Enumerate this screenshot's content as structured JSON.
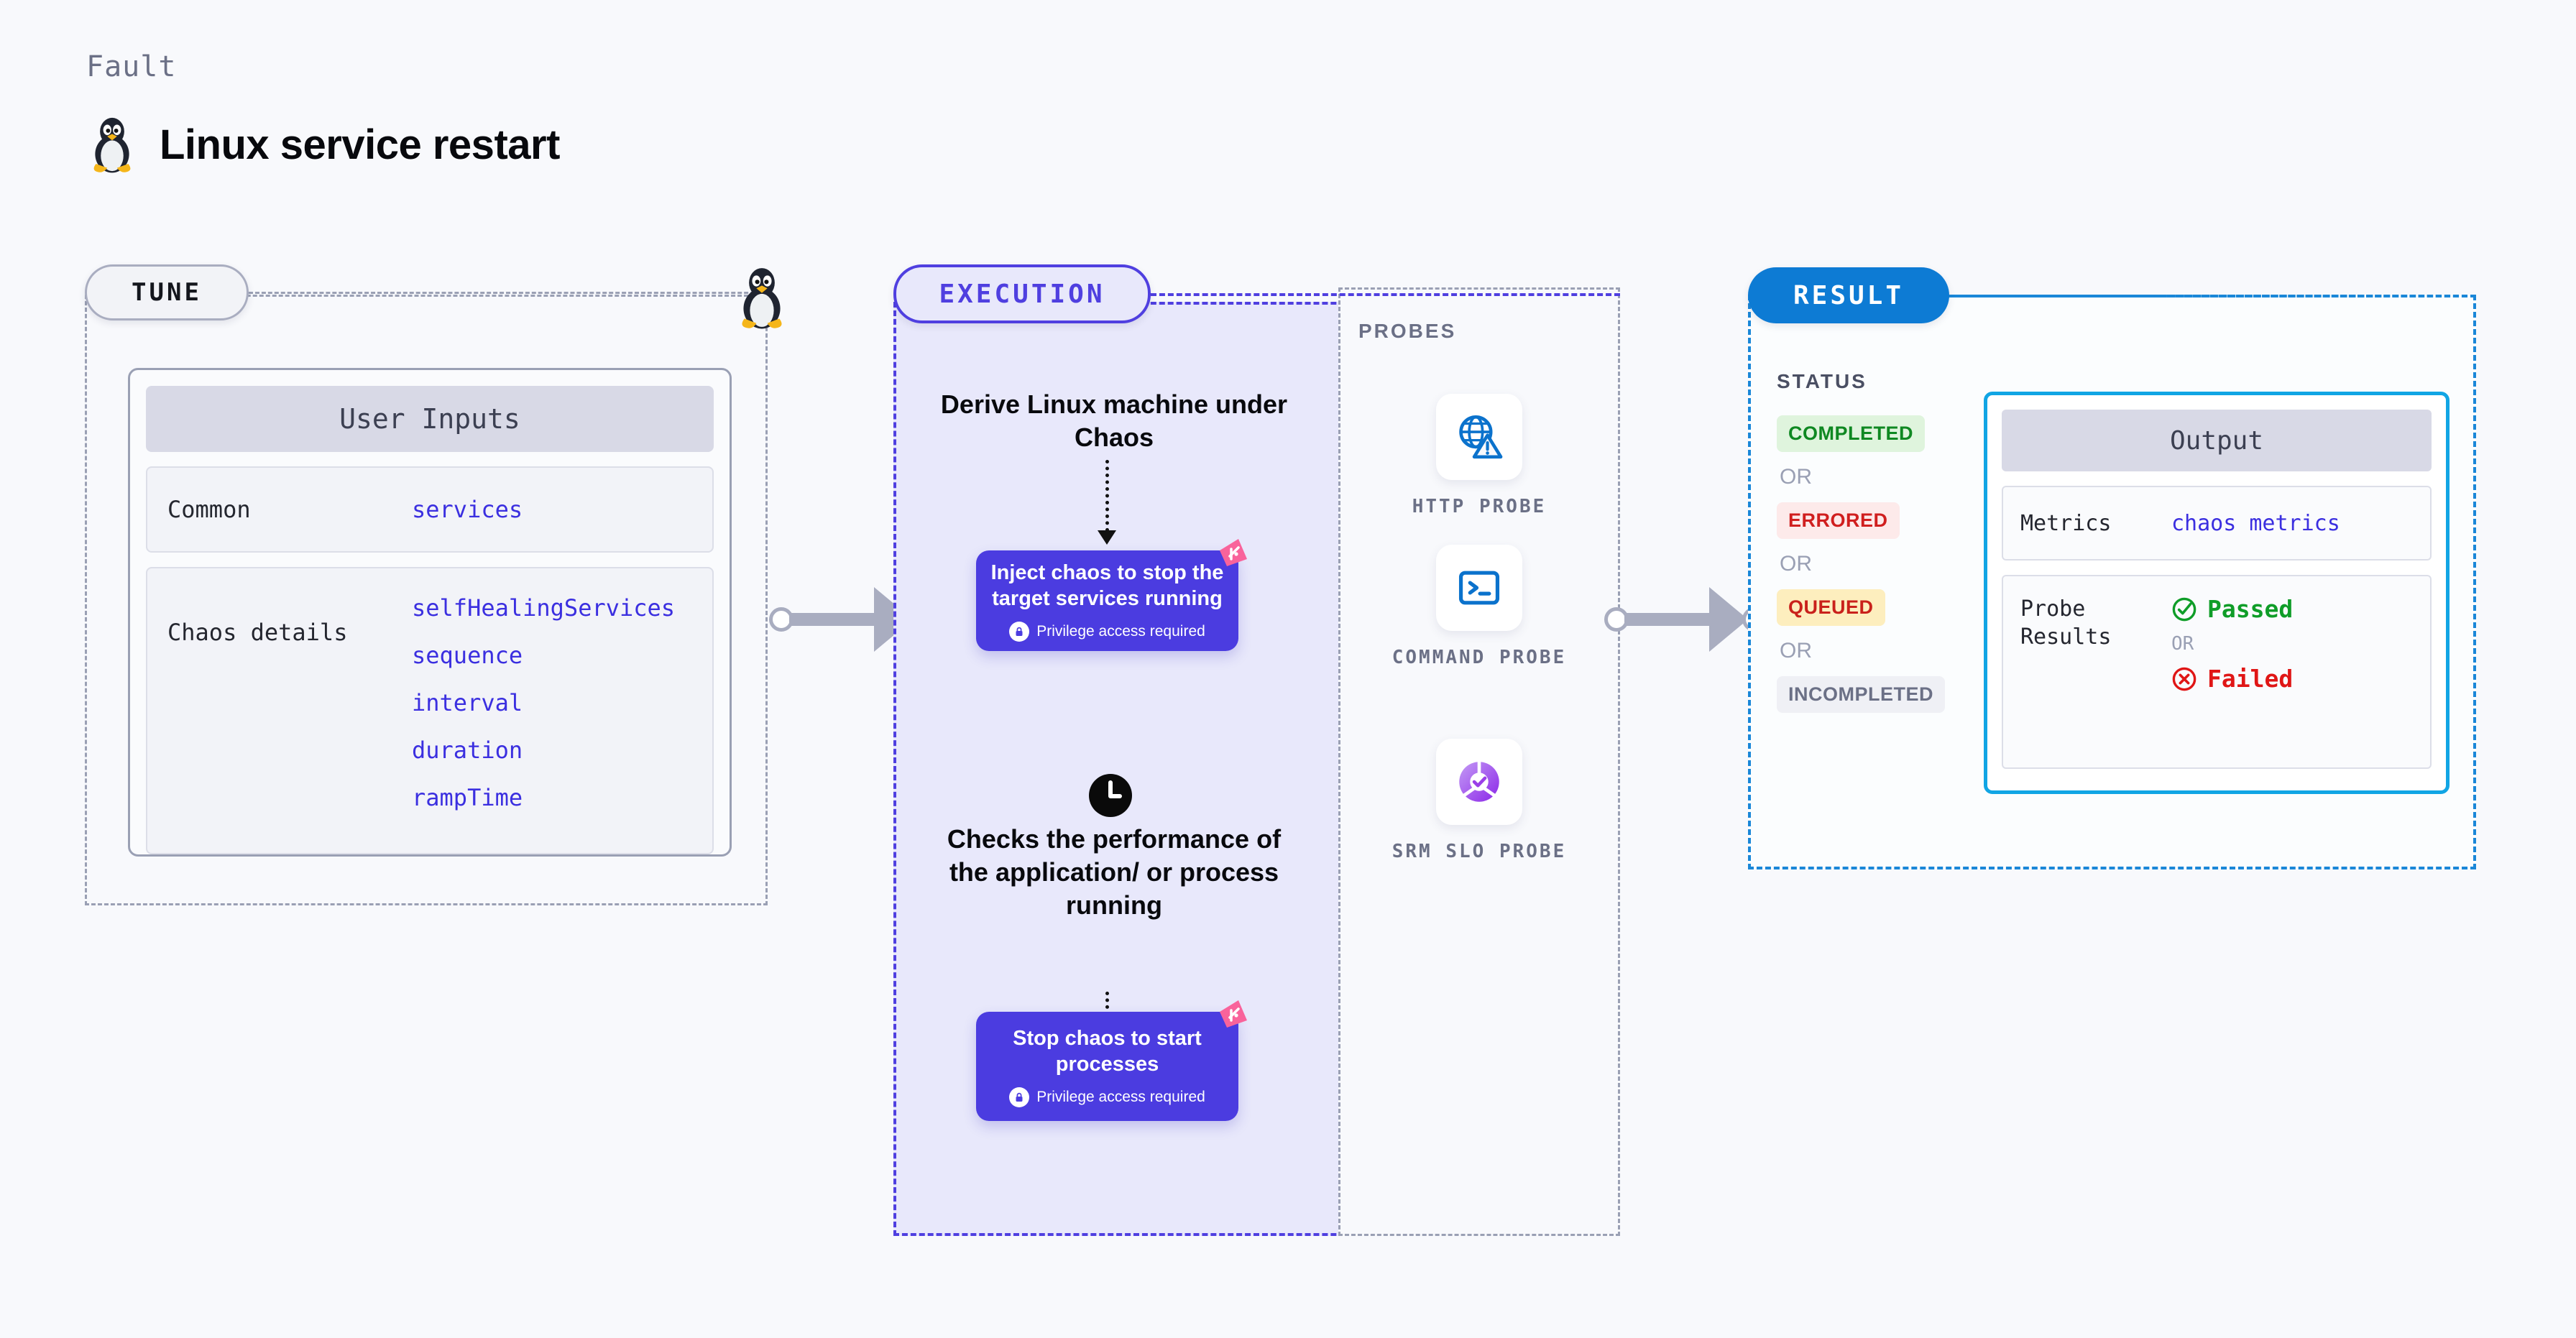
{
  "header": {
    "eyebrow": "Fault",
    "title": "Linux service restart",
    "icon": "tux-penguin-icon"
  },
  "tune": {
    "pill_label": "TUNE",
    "card_title": "User Inputs",
    "rows": [
      {
        "label": "Common",
        "values": [
          "services"
        ]
      },
      {
        "label": "Chaos details",
        "values": [
          "selfHealingServices",
          "sequence",
          "interval",
          "duration",
          "rampTime"
        ]
      }
    ]
  },
  "execution": {
    "pill_label": "EXECUTION",
    "steps": [
      {
        "type": "text",
        "text": "Derive Linux machine under Chaos"
      },
      {
        "type": "chaos-card",
        "title": "Inject chaos to stop the target services running",
        "privilege": "Privilege access required"
      },
      {
        "type": "text",
        "text": "Checks the performance of the application/ or process running"
      },
      {
        "type": "chaos-card",
        "title": "Stop chaos to start processes",
        "privilege": "Privilege access required"
      }
    ],
    "step1_text": "Derive Linux machine under Chaos",
    "step2_title": "Inject chaos to stop the target services running",
    "step2_privilege": "Privilege access required",
    "step3_text": "Checks the performance of the application/ or process running",
    "step4_title": "Stop chaos to start processes",
    "step4_privilege": "Privilege access required"
  },
  "probes": {
    "title": "PROBES",
    "items": [
      {
        "label": "HTTP PROBE",
        "icon": "globe-warning-icon"
      },
      {
        "label": "COMMAND PROBE",
        "icon": "terminal-icon"
      },
      {
        "label": "SRM SLO PROBE",
        "icon": "slo-donut-check-icon"
      }
    ]
  },
  "result": {
    "pill_label": "RESULT",
    "status_title": "STATUS",
    "or_label": "OR",
    "statuses": [
      {
        "label": "COMPLETED",
        "variant": "completed"
      },
      {
        "label": "ERRORED",
        "variant": "errored"
      },
      {
        "label": "QUEUED",
        "variant": "queued"
      },
      {
        "label": "INCOMPLETED",
        "variant": "incompleted"
      }
    ],
    "output": {
      "title": "Output",
      "metrics_label": "Metrics",
      "metrics_value": "chaos metrics",
      "probe_label": "Probe Results",
      "passed_label": "Passed",
      "failed_label": "Failed",
      "or_label": "OR"
    }
  },
  "colors": {
    "execution_accent": "#4f3fe0",
    "result_accent": "#0d7bd4",
    "output_accent": "#11a5e4",
    "chaos_card": "#4b3ce0",
    "value_blue": "#3b2fe0",
    "probe_blue": "#0b72cc",
    "slo_purple": "#9b3fe8",
    "chaos_pink": "#f9639b",
    "passed_green": "#0f9d28",
    "failed_red": "#e01616",
    "muted": "#9aa0b4"
  }
}
